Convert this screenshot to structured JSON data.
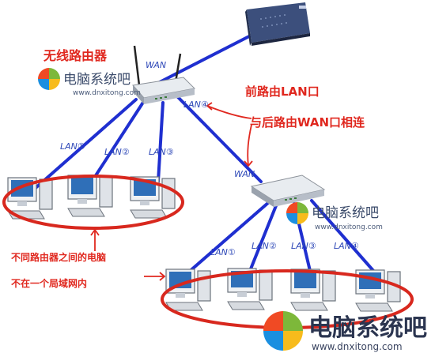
{
  "title_wireless_router": "无线路由器",
  "label_wan_top": "WAN",
  "label_wan_second": "WAN",
  "label_lan4_top": "LAN④",
  "top_lan": [
    "LAN①",
    "LAN②",
    "LAN③"
  ],
  "bottom_lan": [
    "LAN①",
    "LAN②",
    "LAN③",
    "LAN④"
  ],
  "note_front_router": "前路由LAN口",
  "note_back_router": "与后路由WAN口相连",
  "note_left_line1": "不同路由器之间的电脑",
  "note_left_line2": "不在一个局域网内",
  "watermark": {
    "name": "电脑系统吧",
    "url": "www.dnxitong.com"
  },
  "colors": {
    "cable": "#1f2fd0",
    "annotation": "#e0281f",
    "ellipse": "#d8281e"
  }
}
